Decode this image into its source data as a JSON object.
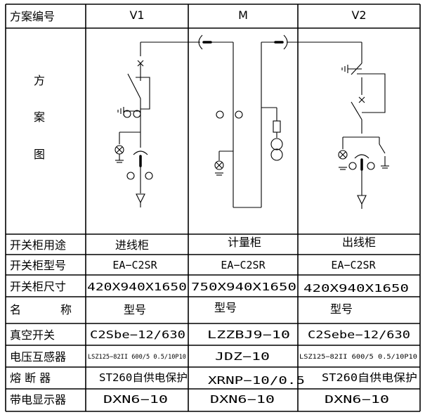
{
  "header": {
    "label": "方案编号",
    "schemes": [
      "V1",
      "M",
      "V2"
    ]
  },
  "diagram_label": [
    "方",
    "案",
    "图"
  ],
  "rows": [
    {
      "label": "开关柜用途",
      "values": [
        "进线柜",
        "计量柜",
        "出线柜"
      ]
    },
    {
      "label": "开关柜型号",
      "values": [
        "EA−C2SR",
        "EA−C2SR",
        "EA−C2SR"
      ]
    },
    {
      "label": "开关柜尺寸",
      "values": [
        "420X940X1650",
        "750X940X1650",
        "420X940X1650"
      ]
    },
    {
      "label": "名　　称",
      "values": [
        "型号",
        "型号",
        "型号"
      ]
    },
    {
      "label": "真空开关",
      "values": [
        "C2Sbe−12/630",
        "LZZBJ9−10",
        "C2Sebe−12/630"
      ]
    },
    {
      "label": "电压互感器",
      "values": [
        "LSZ125−82II 600/5 0.5/10P10",
        "JDZ−10",
        "LSZ125−82II 600/5 0.5/10P10"
      ]
    },
    {
      "label": "熔 断 器",
      "values": [
        "ST260自供电保护",
        "XRNP−10/0.5",
        "ST260自供电保护"
      ]
    },
    {
      "label": "带电显示器",
      "values": [
        "DXN6−10",
        "DXN6−10",
        "DXN6−10"
      ]
    }
  ]
}
